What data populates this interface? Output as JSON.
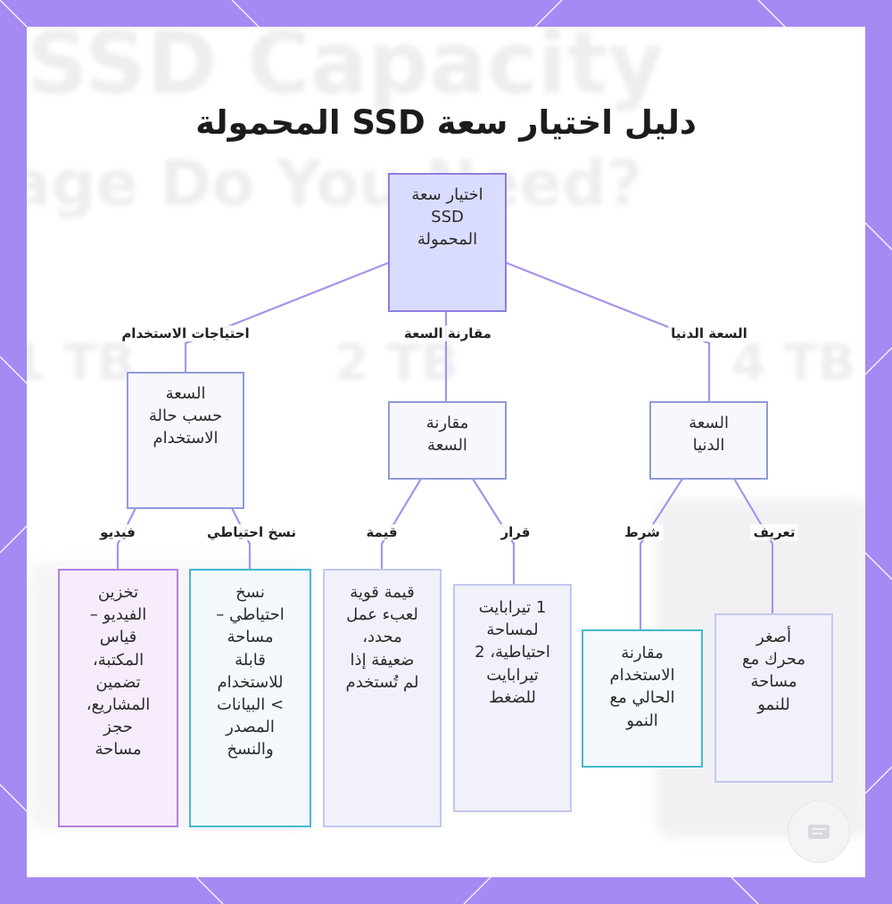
{
  "title": "دليل اختيار سعة SSD المحمولة",
  "background_text": {
    "line1": "SSD Capacity",
    "line2": "age Do You Need?",
    "size_a": "1 TB",
    "size_b": "2 TB",
    "size_c": "4 TB"
  },
  "colors": {
    "frame": "#a58af4",
    "edge": "#a993e8",
    "root_fill": "#dadcff",
    "root_border": "#8d7de0",
    "mid_fill": "#f7f8fe",
    "mid_border": "#8f9bd7",
    "purple_fill": "#f6ecfb",
    "purple_border": "#b57fe0",
    "teal_fill": "#f3f9fd",
    "teal_border": "#43b9cf",
    "lavender_fill": "#f1f1fb",
    "lavender_border": "#c2c8ee"
  },
  "nodes": {
    "root": "اختيار سعة\nSSD\nالمحمولة",
    "usage": "السعة\nحسب حالة\nالاستخدام",
    "compare": "مقارنة\nالسعة",
    "minimum": "السعة\nالدنيا",
    "video": "تخزين\nالفيديو –\nقياس\nالمكتبة،\nتضمين\nالمشاريع،\nحجز\nمساحة",
    "backup": "نسخ\nاحتياطي –\nمساحة\nقابلة\nللاستخدام\n> البيانات\nالمصدر\nوالنسخ",
    "value": "قيمة قوية\nلعبء عمل\nمحدد،\nضعيفة إذا\nلم تُستخدم",
    "decision": "1 تيرابايت\nلمساحة\nاحتياطية، 2\nتيرابايت\nللضغط",
    "condition": "مقارنة\nالاستخدام\nالحالي مع\nالنمو",
    "definition": "أصغر\nمحرك مع\nمساحة\nللنمو"
  },
  "edge_labels": {
    "usage_needs": "احتياجات الاستخدام",
    "capacity_compare": "مقارنة السعة",
    "min_capacity": "السعة الدنيا",
    "video": "فيديو",
    "backup": "نسخ احتياطي",
    "value": "قيمة",
    "decision": "قرار",
    "condition": "شرط",
    "definition": "تعريف"
  }
}
